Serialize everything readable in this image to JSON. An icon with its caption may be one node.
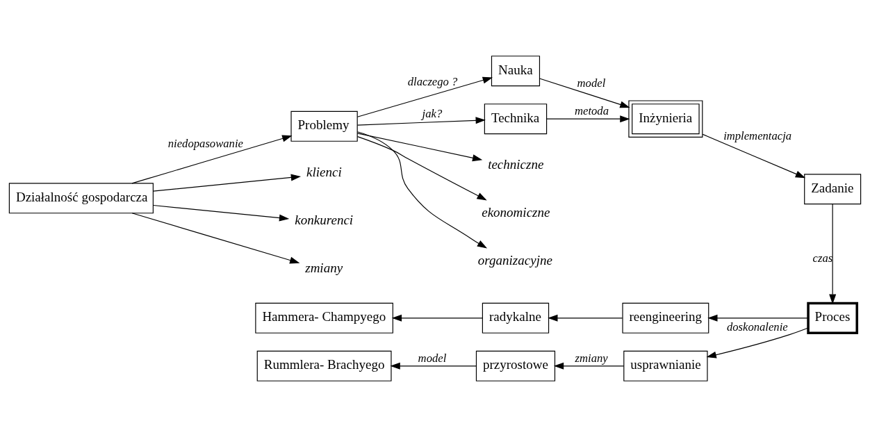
{
  "diagram": {
    "nodes": [
      {
        "text": [
          "Działalność gospodarcza"
        ]
      },
      {
        "text": [
          "Problemy"
        ]
      },
      {
        "text": [
          "Nauka"
        ]
      },
      {
        "text": [
          "Technika"
        ]
      },
      {
        "text": [
          "Inżynieria"
        ]
      },
      {
        "text": [
          "Zadanie"
        ]
      },
      {
        "text": [
          "Proces"
        ]
      },
      {
        "text": [
          "reengineering"
        ]
      },
      {
        "text": [
          "usprawnianie"
        ]
      },
      {
        "text": [
          "radykalne"
        ]
      },
      {
        "text": [
          "przyrostowe"
        ]
      },
      {
        "text": [
          "Hammera- Champyego"
        ]
      },
      {
        "text": [
          "Rummlera- Brachyego"
        ]
      },
      {
        "text": [
          "klienci"
        ]
      },
      {
        "text": [
          "konkurenci"
        ]
      },
      {
        "text": [
          "zmiany"
        ]
      },
      {
        "text": [
          "techniczne"
        ]
      },
      {
        "text": [
          "ekonomiczne"
        ]
      },
      {
        "text": [
          "organizacyjne"
        ]
      }
    ],
    "edges": [
      {
        "from": 0,
        "to": 1,
        "arrow": "to",
        "label": "niedopasowanie"
      },
      {
        "from": 1,
        "to": 2,
        "arrow": "to",
        "label": "dlaczego ?"
      },
      {
        "from": 1,
        "to": 3,
        "arrow": "to",
        "label": "jak?"
      },
      {
        "from": 2,
        "to": 4,
        "arrow": "to",
        "label": "model"
      },
      {
        "from": 3,
        "to": 4,
        "arrow": "to",
        "label": "metoda"
      },
      {
        "from": 4,
        "to": 5,
        "arrow": "to",
        "label": "implementacja"
      },
      {
        "from": 5,
        "to": 6,
        "arrow": "to",
        "label": "czas"
      },
      {
        "from": 6,
        "to": 7,
        "arrow": "to"
      },
      {
        "from": 6,
        "to": 8,
        "arrow": "to",
        "label": "doskonalenie"
      },
      {
        "from": 7,
        "to": 9,
        "arrow": "to"
      },
      {
        "from": 8,
        "to": 10,
        "arrow": "to",
        "label": "zmiany"
      },
      {
        "from": 9,
        "to": 11,
        "arrow": "to"
      },
      {
        "from": 10,
        "to": 12,
        "arrow": "to",
        "label": "model"
      },
      {
        "from": 0,
        "to": 13,
        "arrow": "to"
      },
      {
        "from": 0,
        "to": 14,
        "arrow": "to"
      },
      {
        "from": 0,
        "to": 15,
        "arrow": "to"
      },
      {
        "from": 1,
        "to": 16,
        "arrow": "to"
      },
      {
        "from": 1,
        "to": 17,
        "arrow": "to"
      },
      {
        "from": 1,
        "to": 18,
        "arrow": "to"
      }
    ]
  }
}
